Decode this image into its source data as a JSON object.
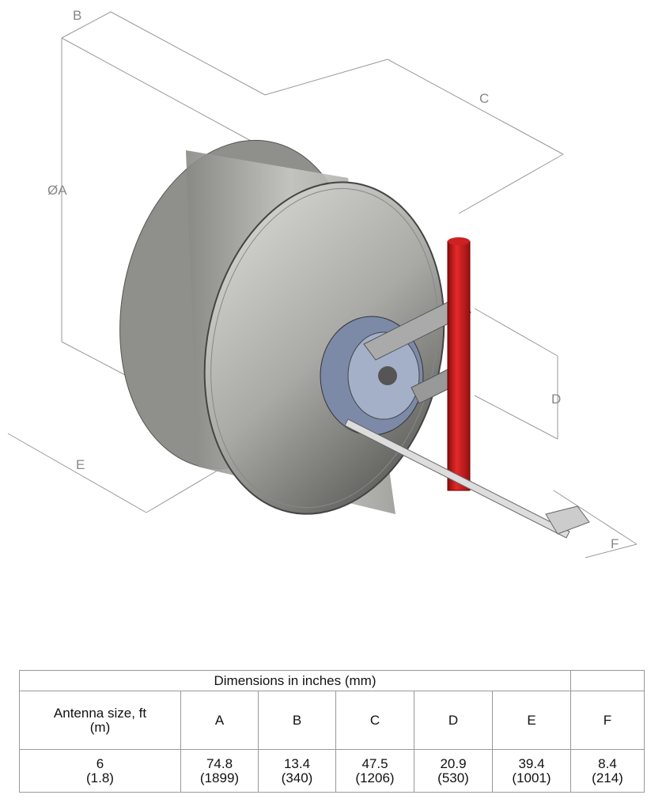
{
  "drawing": {
    "dimension_labels": {
      "A": "ØA",
      "B": "B",
      "C": "C",
      "D": "D",
      "E": "E",
      "F": "F"
    },
    "colors": {
      "dish": "#b9b9b6",
      "pole": "#d01818",
      "dimension_lines": "#888888"
    }
  },
  "table": {
    "title": "Dimensions in inches (mm)",
    "headers": [
      "Antenna size, ft\n(m)",
      "A",
      "B",
      "C",
      "D",
      "E",
      "F"
    ],
    "rows": [
      {
        "size": "6",
        "size_m": "(1.8)",
        "values": [
          {
            "in": "74.8",
            "mm": "(1899)"
          },
          {
            "in": "13.4",
            "mm": "(340)"
          },
          {
            "in": "47.5",
            "mm": "(1206)"
          },
          {
            "in": "20.9",
            "mm": "(530)"
          },
          {
            "in": "39.4",
            "mm": "(1001)"
          },
          {
            "in": "8.4",
            "mm": "(214)"
          }
        ]
      }
    ]
  }
}
